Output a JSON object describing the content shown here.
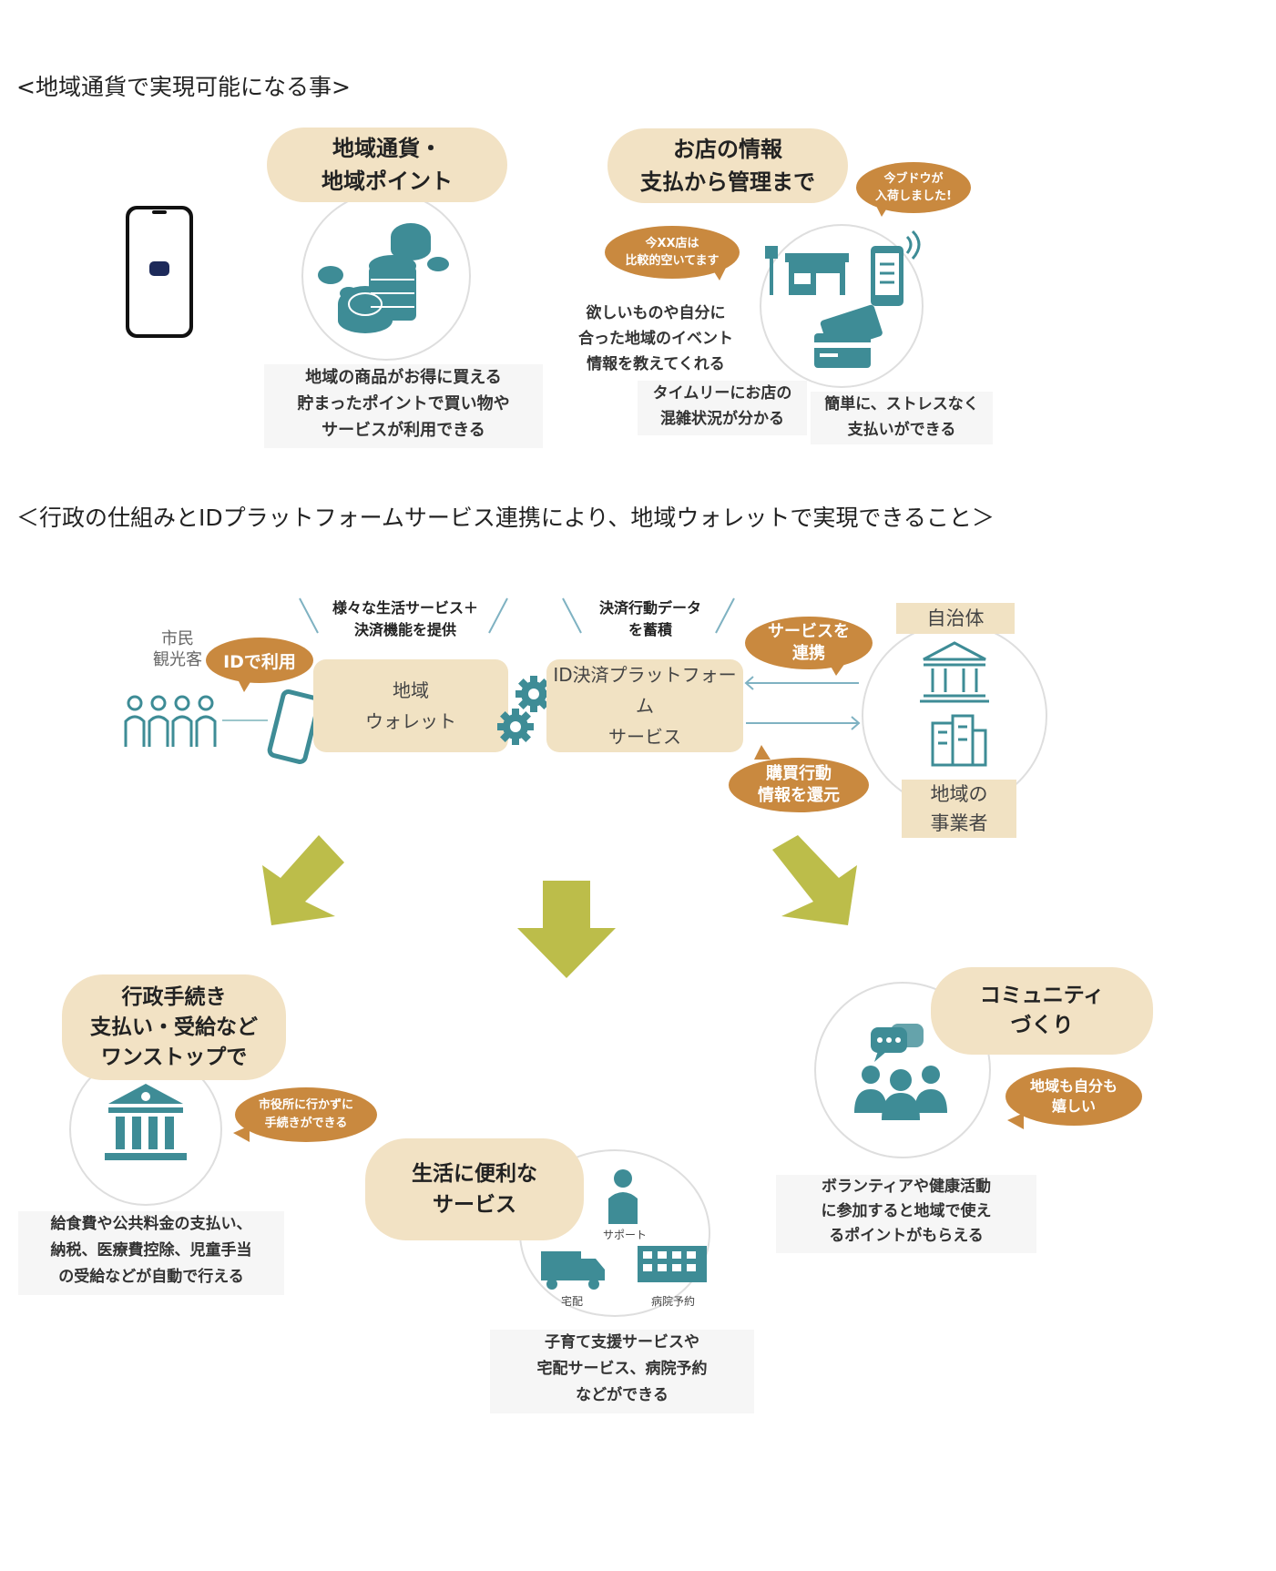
{
  "section1": {
    "heading": "<地域通貨で実現可能になる事>",
    "card_currency": {
      "title": "地域通貨・\n地域ポイント",
      "caption": "地域の商品がお得に買える\n貯まったポイントで買い物や\nサービスが利用できる"
    },
    "card_shop": {
      "title": "お店の情報\n支払から管理まで",
      "bubble_arrival": "今ブドウが\n入荷しました!",
      "bubble_crowd": "今XX店は\n比較的空いてます",
      "caption_event": "欲しいものや自分に\n合った地域のイベント\n情報を教えてくれる",
      "caption_congestion": "タイムリーにお店の\n混雑状況が分かる",
      "caption_payment": "簡単に、ストレスなく\n支払いができる"
    }
  },
  "section2": {
    "heading": "＜行政の仕組みとIDプラットフォームサービス連携により、地域ウォレットで実現できること＞",
    "citizen_label": "市民\n観光客",
    "bubble_id": "IDで利用",
    "note_services": "様々な生活サービス＋\n決済機能を提供",
    "box_wallet": "地域\nウォレット",
    "note_data": "決済行動データ\nを蓄積",
    "box_platform": "ID決済プラットフォーム\nサービス",
    "bubble_link": "サービスを\n連携",
    "bubble_return": "購買行動\n情報を還元",
    "label_municipality": "自治体",
    "label_business": "地域の\n事業者",
    "admin": {
      "title": "行政手続き\n支払い・受給など\nワンストップで",
      "bubble": "市役所に行かずに\n手続きができる",
      "caption": "給食費や公共料金の支払い、\n納税、医療費控除、児童手当\nの受給などが自動で行える"
    },
    "life": {
      "title": "生活に便利な\nサービス",
      "icon_support": "サポート",
      "icon_delivery": "宅配",
      "icon_hospital": "病院予約",
      "caption": "子育て支援サービスや\n宅配サービス、病院予約\nなどができる"
    },
    "community": {
      "title": "コミュニティ\nづくり",
      "bubble": "地域も自分も\n嬉しい",
      "caption": "ボランティアや健康活動\nに参加すると地域で使え\nるポイントがもらえる"
    }
  },
  "colors": {
    "teal": "#3e8c96",
    "beige": "#f2e2c4",
    "orange": "#c9893f",
    "olive": "#bcbd4a",
    "navy": "#1d2a5a"
  }
}
